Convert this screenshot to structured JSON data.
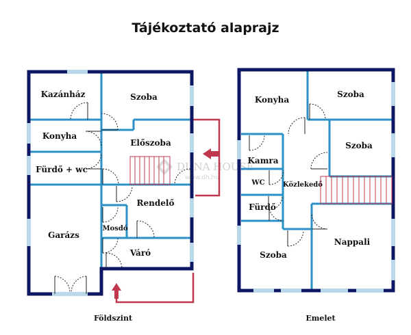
{
  "title": "Tájékoztató alaprajz",
  "watermark": {
    "brand": "DUNA HOUSE",
    "url": "www.dh.hu"
  },
  "floors": [
    {
      "name": "Földszint",
      "rooms": [
        "Kazánház",
        "Szoba",
        "Konyha",
        "Előszoba",
        "Fürdő + wc",
        "Rendelő",
        "Garázs",
        "Mosdó",
        "Váró"
      ]
    },
    {
      "name": "Emelet",
      "rooms": [
        "Konyha",
        "Szoba",
        "Szoba",
        "Kamra",
        "WC",
        "Közlekedő",
        "Fürdő",
        "Nappali",
        "Szoba"
      ]
    }
  ],
  "colors": {
    "outer_wall": "#0d1763",
    "inner_wall": "#2a90c5",
    "window": "#b9d8ea",
    "entrance": "#c0374e",
    "door": "#222222"
  }
}
